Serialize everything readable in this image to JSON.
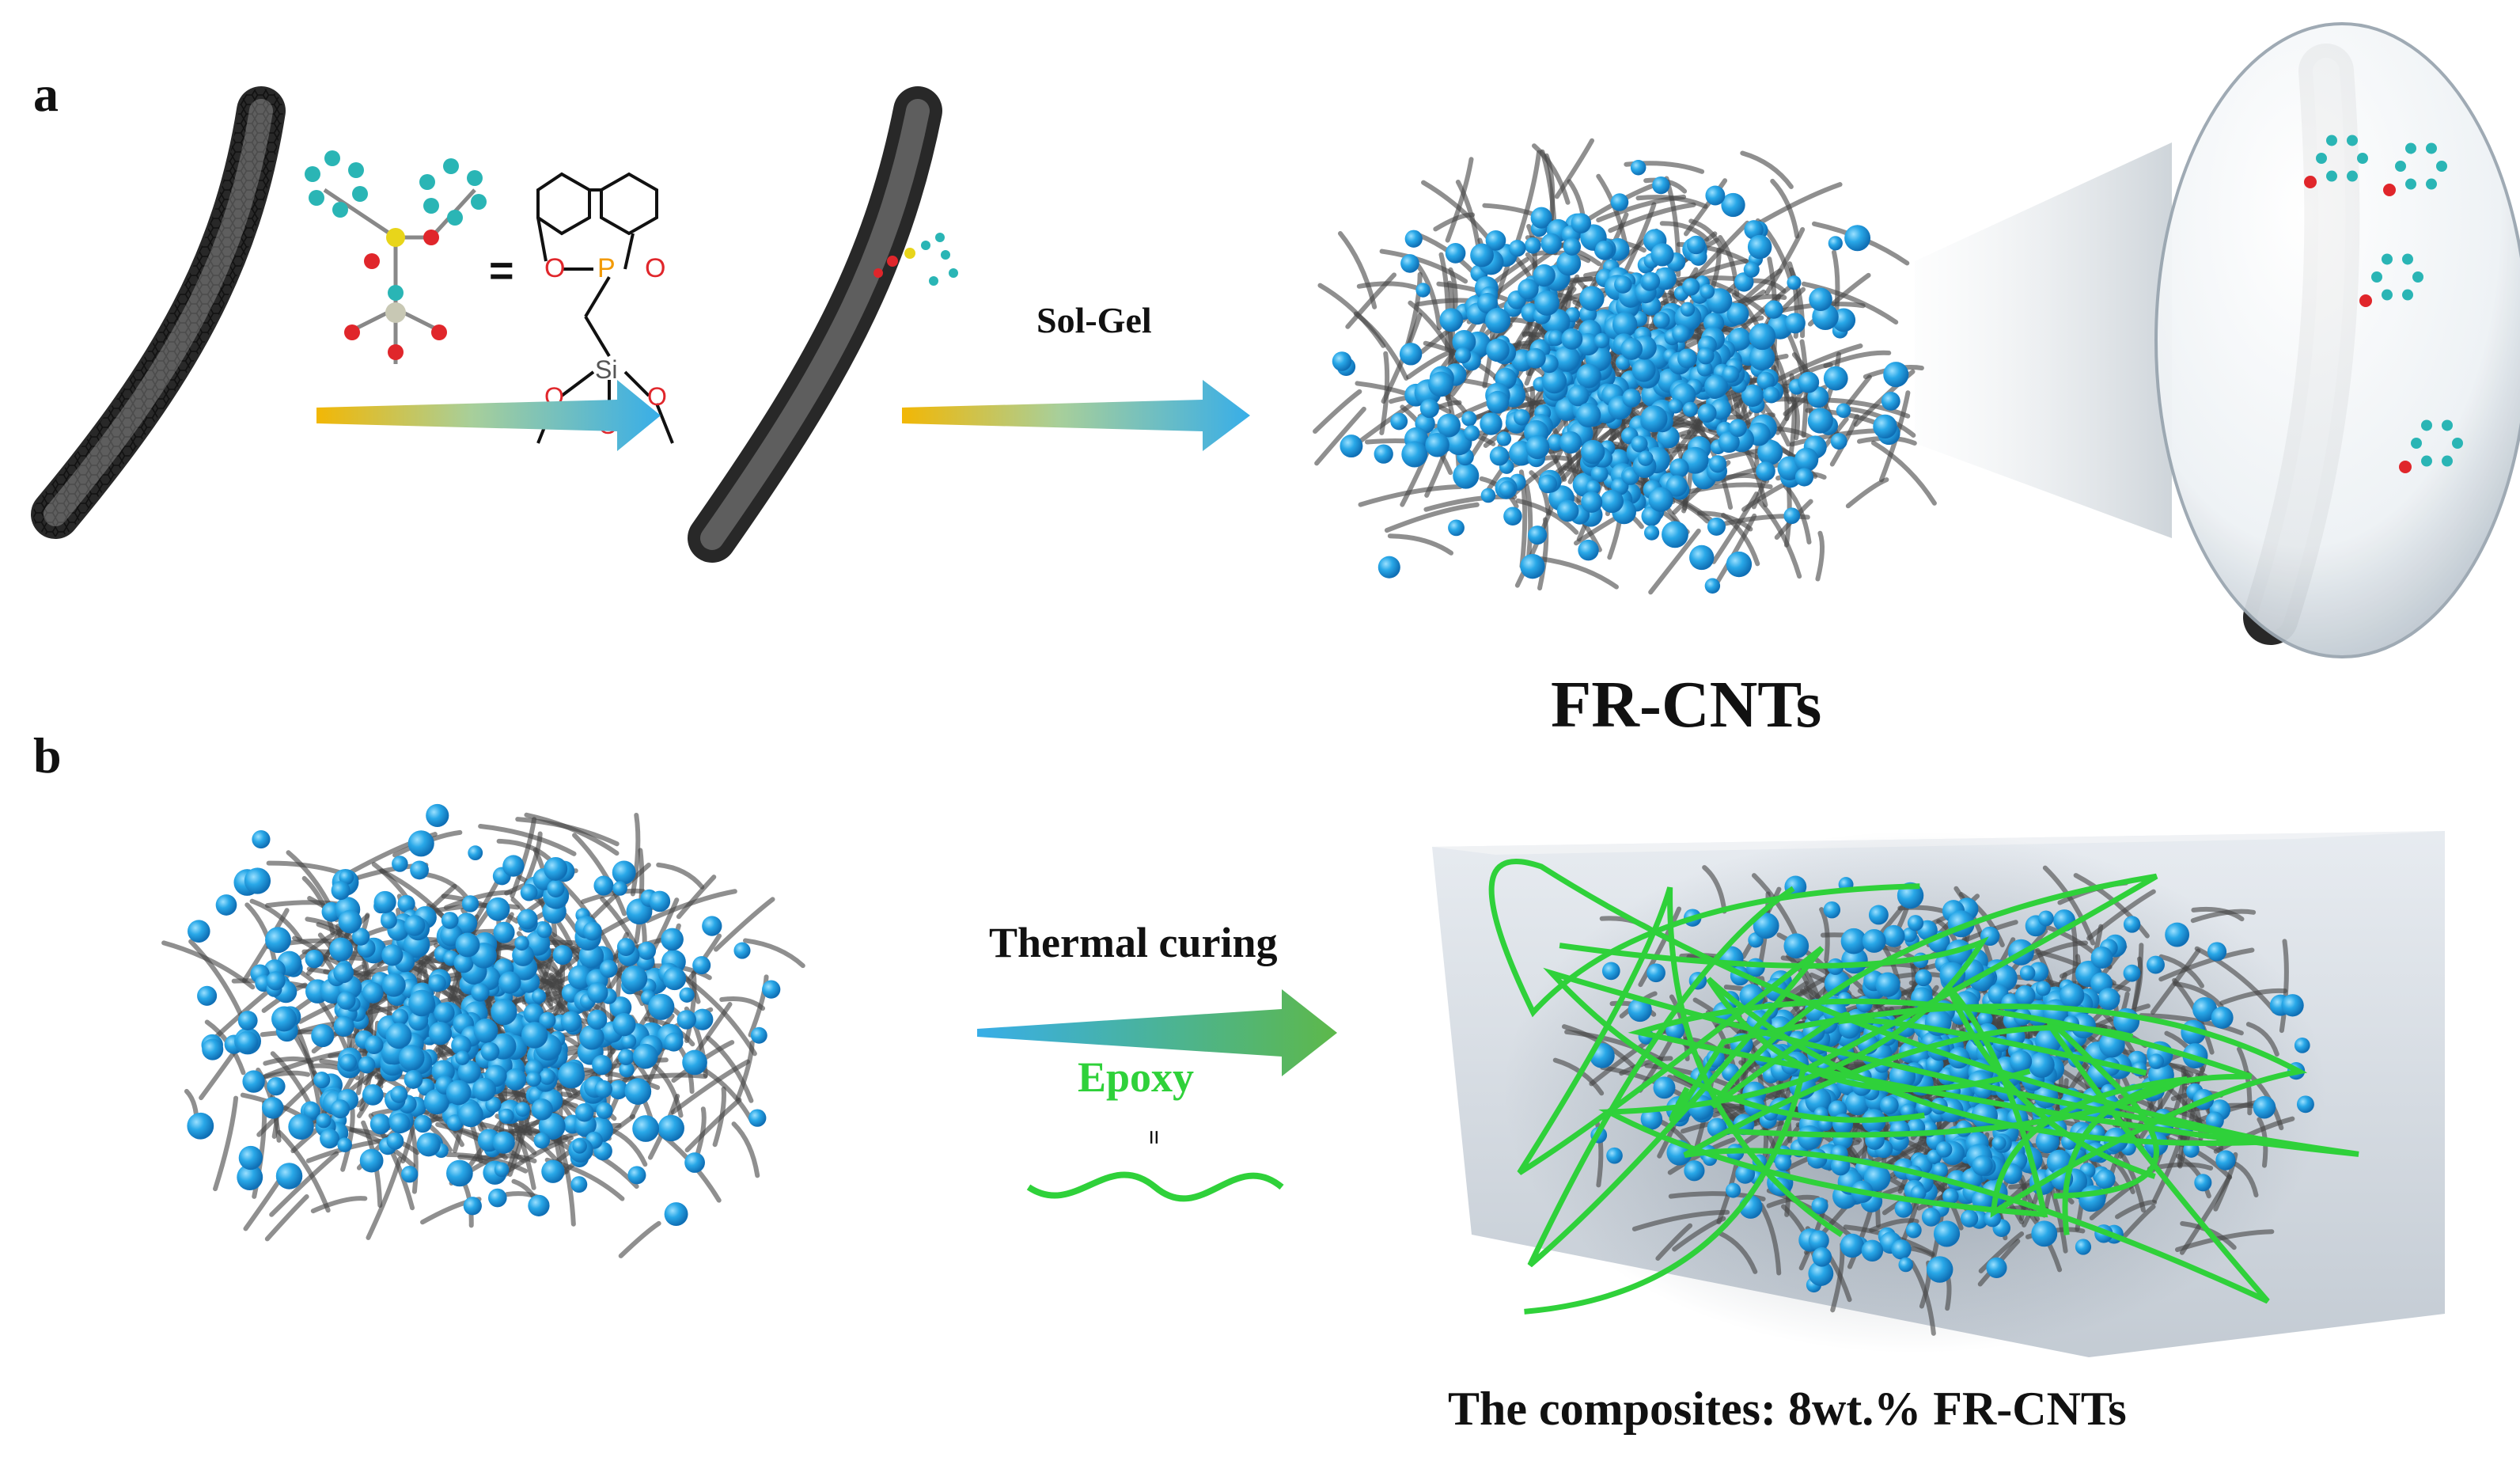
{
  "panels": {
    "a": "a",
    "b": "b"
  },
  "steps": {
    "sol_gel": "Sol-Gel",
    "thermal_curing": "Thermal curing",
    "epoxy": "Epoxy",
    "equals": "="
  },
  "products": {
    "fr_cnts": "FR-CNTs",
    "composites": "The composites: 8wt.% FR-CNTs"
  },
  "structure_atoms": {
    "phosphorus": "P",
    "silicon": "Si",
    "oxygen": "O"
  },
  "colors": {
    "particle": "#29a8e8",
    "particle_dark": "#0f7cc4",
    "nanotube": "#1a1a1a",
    "rod": "#555555",
    "epoxy": "#2fd13a",
    "arrow_start": "#f2b705",
    "arrow_end": "#38aee8",
    "arrow_b_end": "#5db84a",
    "atom_carbon": "#2ab5b5",
    "atom_oxygen": "#e0262b",
    "atom_sulfur": "#e8d51a",
    "atom_silicon": "#c8c8b4"
  }
}
